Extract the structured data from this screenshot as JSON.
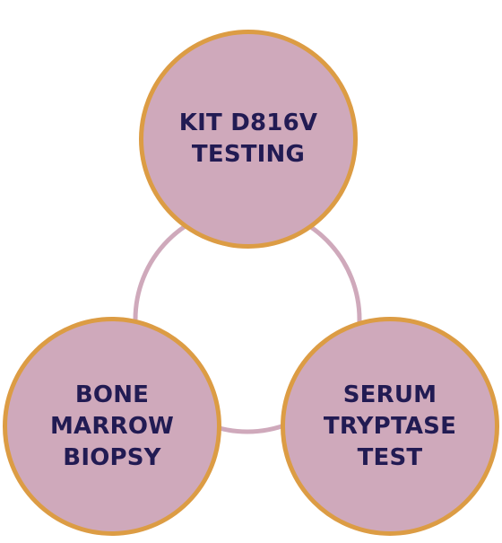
{
  "colors": {
    "circle_fill": "#cfa9bb",
    "circle_border": "#dc9c44",
    "connector": "#cfa9bb",
    "label_text": "#221b53",
    "background": "#ffffff"
  },
  "nodes": {
    "kit": {
      "label": "KIT D816V\nTESTING"
    },
    "bone": {
      "label": "BONE\nMARROW\nBIOPSY"
    },
    "serum": {
      "label": "SERUM\nTRYPTASE\nTEST"
    }
  }
}
